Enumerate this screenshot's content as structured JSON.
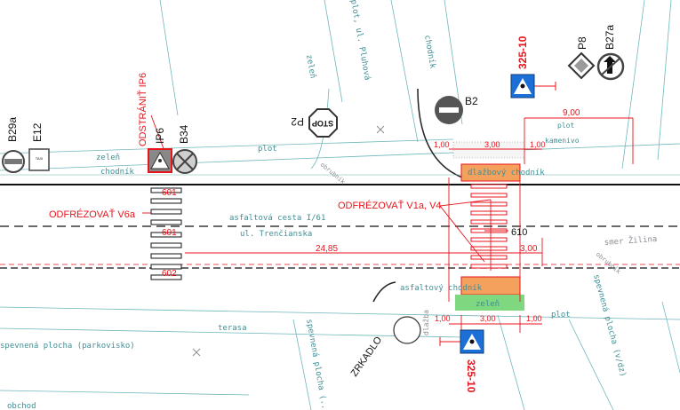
{
  "road": {
    "surface_label": "asfaltová cesta I/61",
    "street_label": "ul. Trenčianska",
    "direction_label": "smer Žilina",
    "lane_markings": [
      "601",
      "601",
      "602"
    ],
    "marking_610": "610"
  },
  "signs": {
    "b29a": "B29a",
    "e12": "E12",
    "ip6": "IP6",
    "b34": "B34",
    "p2": "P2",
    "stop_text": "STOP",
    "b2": "B2",
    "p8": "P8",
    "b27a": "B27a",
    "sign_325_top": "325-10",
    "sign_325_bottom": "325-10",
    "mirror": "ZRKADLO"
  },
  "annotations": {
    "remove_ip6": "ODSTRÁNIŤ IP6",
    "mill_v6a": "ODFRÉZOVAŤ V6a",
    "mill_v1a_v4": "ODFRÉZOVAŤ V1a, V4"
  },
  "dimensions": {
    "top_width": "9,00",
    "top_left": "1,00",
    "top_mid": "3,00",
    "top_right": "1,00",
    "long_span": "24,85",
    "right_span": "3,00",
    "bottom_left": "1,00",
    "bottom_mid": "3,00",
    "bottom_right": "1,00"
  },
  "labels": {
    "zelen_top": "zeleň",
    "chodnik_left": "chodník",
    "plot_top": "plot",
    "zelen_vertical": "zeleň",
    "chodnik_vertical": "chodník",
    "plot_vertical_street": "plot, ul. Pluhová",
    "dlazba": "dlažba",
    "kamenivo": "kamenivo",
    "plot_right": "plot",
    "obrubnik_left": "obrubník",
    "obrubnik_right": "obrubník",
    "zelen_bottom": "zeleň",
    "asfalt_chodnik": "asfaltový chodník",
    "plot_bottom": "plot",
    "terasa": "terasa",
    "parking": "spevnená plocha (parkovisko)",
    "obchod": "obchod",
    "spevnena_plocha": "spevnená plocha (...)",
    "spevnena_right": "spevnená plocha (v/dz)",
    "dlazba_pill": "dlažbový chodník",
    "asfaltovy_chodnik_pill": "asfaltový chodník"
  },
  "colors": {
    "annotation_red": "#e8141b",
    "sign_blue": "#1b6fd6",
    "orange_fill": "#f4a15d",
    "green_fill": "#7fd77f",
    "cad_teal": "#3f8f95"
  }
}
